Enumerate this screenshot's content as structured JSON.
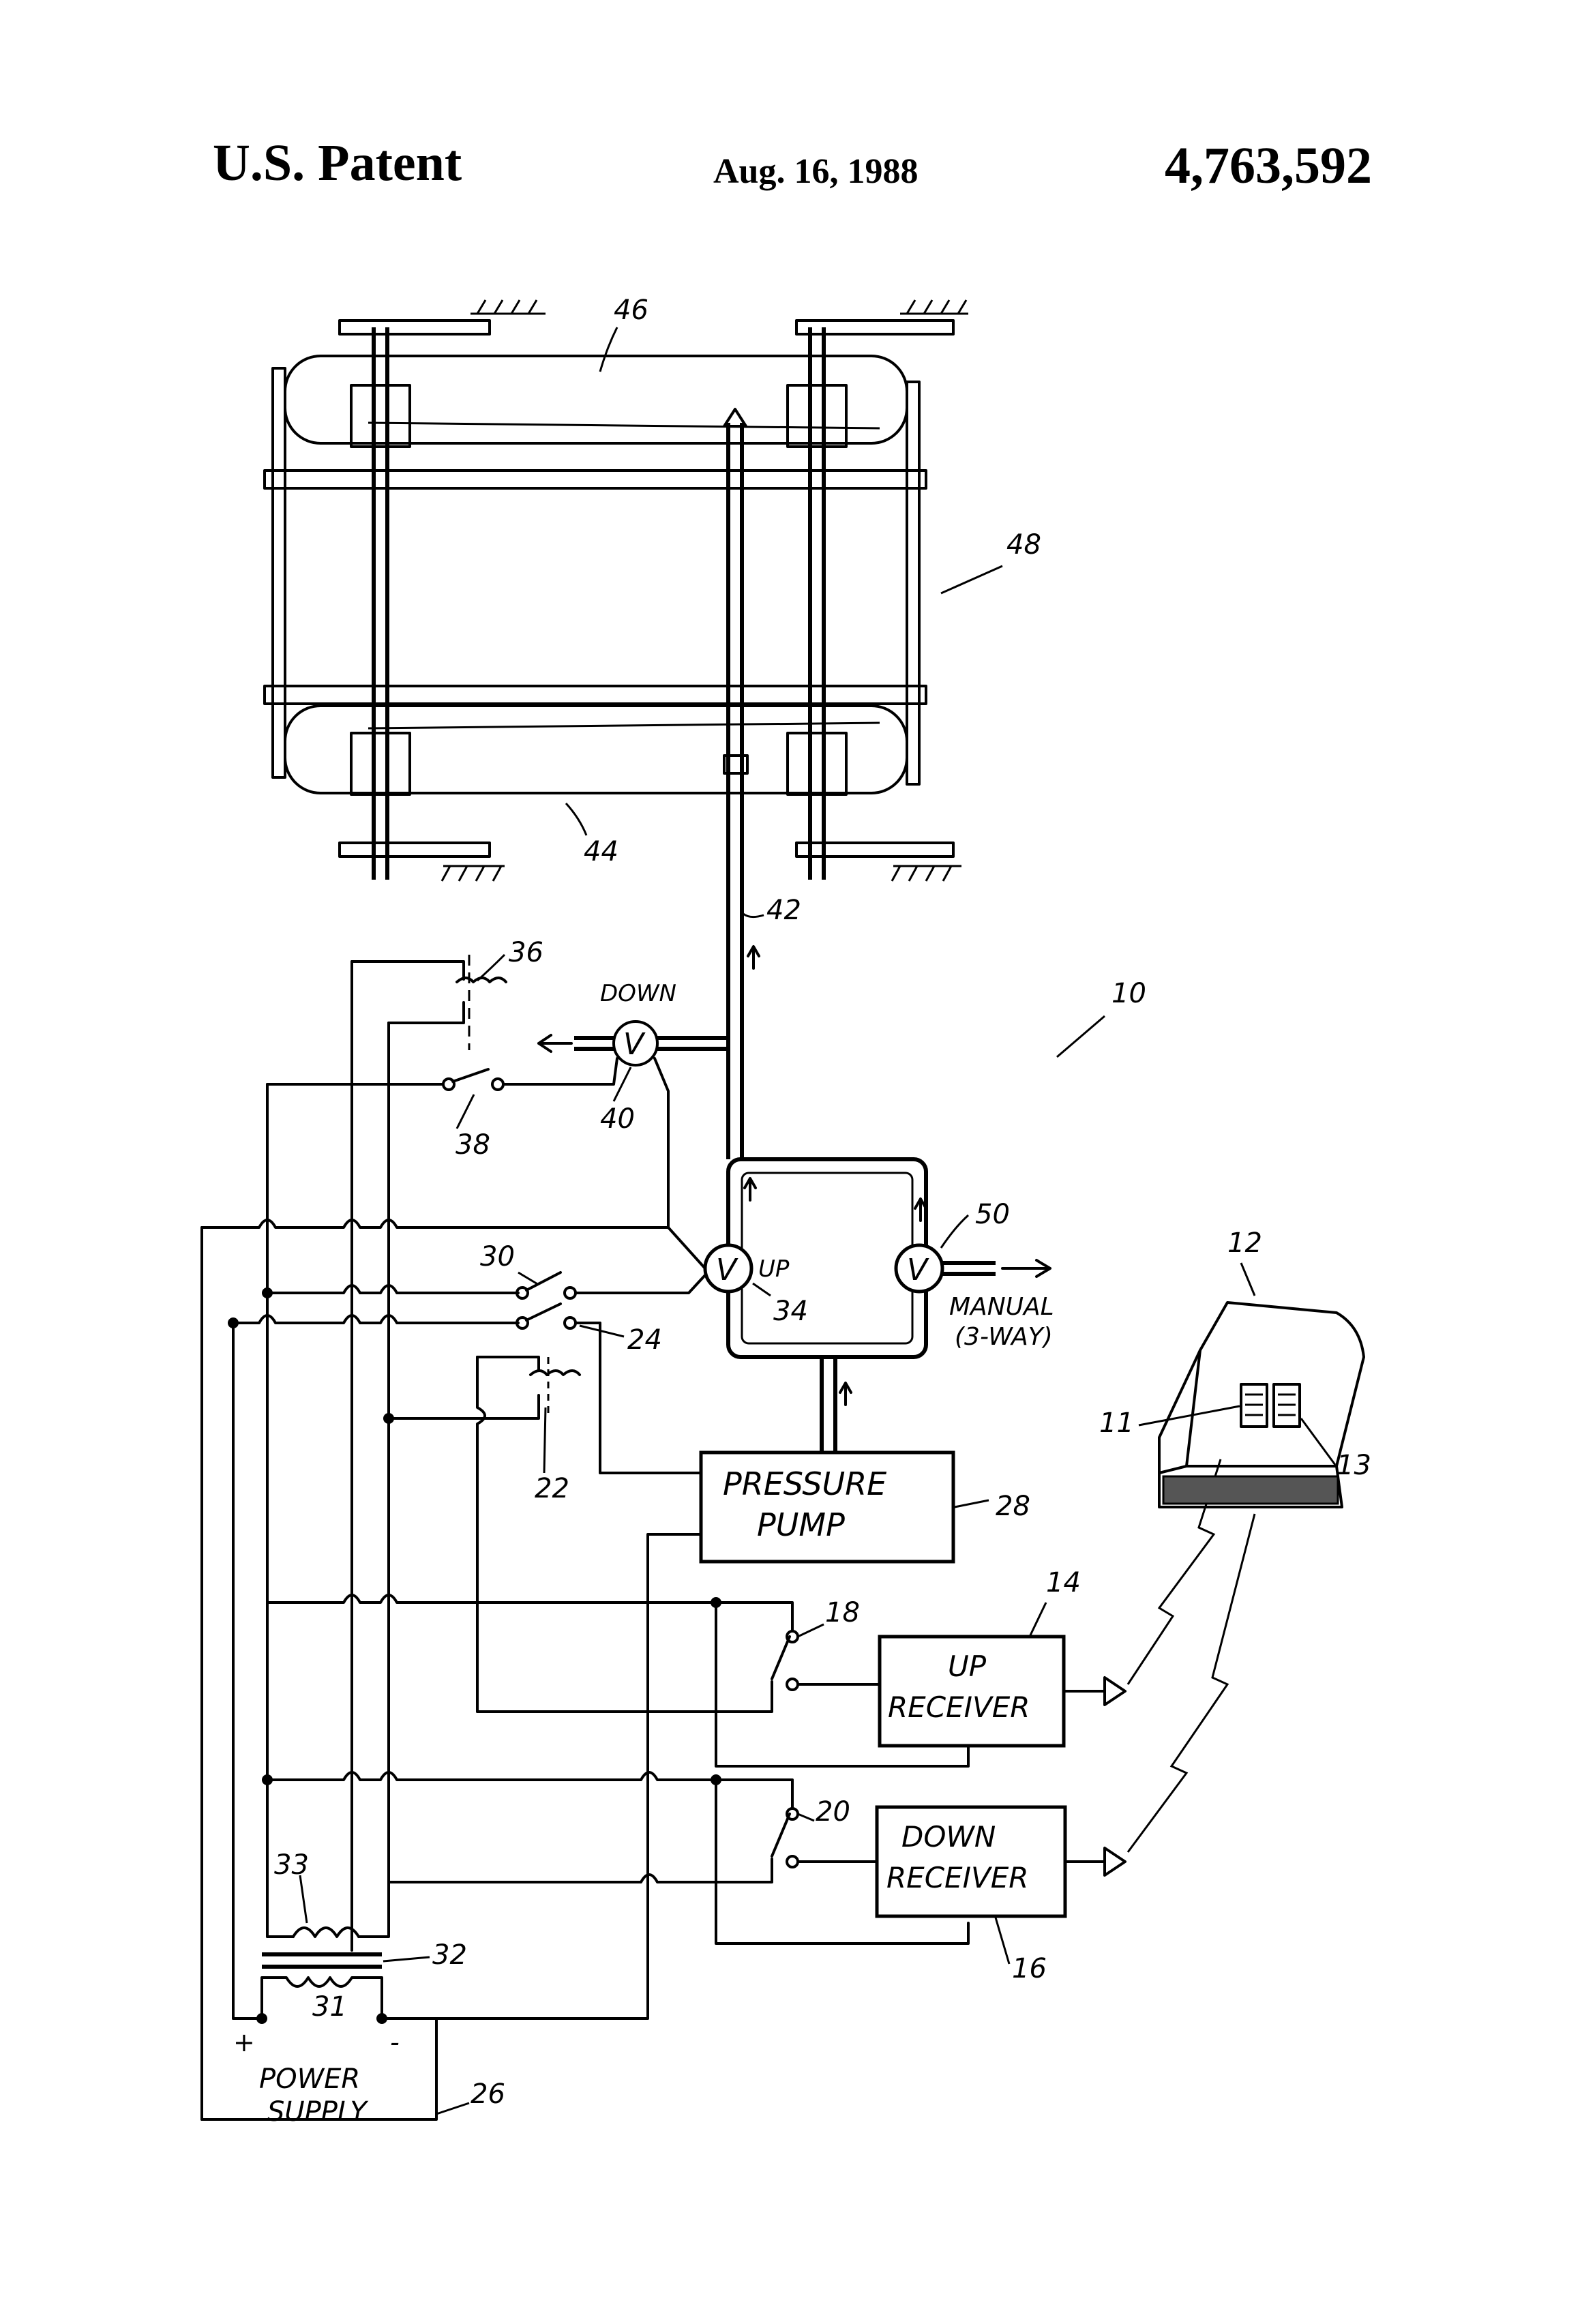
{
  "header": {
    "left": "U.S. Patent",
    "date": "Aug. 16, 1988",
    "number": "4,763,592"
  },
  "refs": {
    "r10": "10",
    "r11": "11",
    "r12": "12",
    "r13": "13",
    "r14": "14",
    "r16": "16",
    "r18": "18",
    "r20": "20",
    "r22": "22",
    "r24": "24",
    "r26": "26",
    "r28": "28",
    "r30": "30",
    "r31": "31",
    "r32": "32",
    "r33": "33",
    "r34": "34",
    "r36": "36",
    "r38": "38",
    "r40": "40",
    "r42": "42",
    "r44": "44",
    "r46": "46",
    "r48": "48",
    "r50": "50"
  },
  "components": {
    "pump_l1": "PRESSURE",
    "pump_l2": "PUMP",
    "up_recv_l1": "UP",
    "up_recv_l2": "RECEIVER",
    "down_recv_l1": "DOWN",
    "down_recv_l2": "RECEIVER",
    "power_l1": "POWER",
    "power_l2": "SUPPLY",
    "valve_symbol": "V",
    "down_label": "DOWN",
    "up_label": "UP",
    "manual_l1": "MANUAL",
    "manual_l2": "(3-WAY)",
    "plus": "+",
    "minus": "-"
  }
}
